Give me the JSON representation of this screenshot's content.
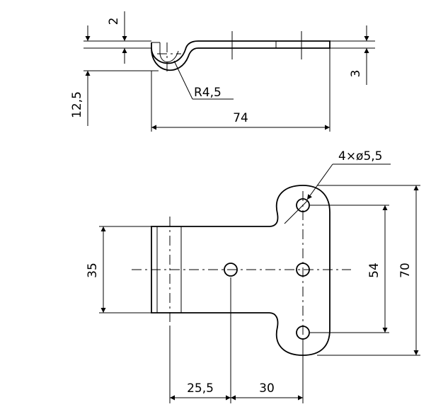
{
  "dimensions": {
    "thickness_top": "2",
    "thickness_right": "3",
    "height_left": "12,5",
    "bend_radius": "R4,5",
    "overall_length": "74",
    "holes": "4×ø5,5",
    "width_35": "35",
    "hole_spacing": "54",
    "overall_height": "70",
    "offset_25_5": "25,5",
    "offset_30": "30"
  },
  "colors": {
    "line": "#000000",
    "background": "#ffffff"
  }
}
